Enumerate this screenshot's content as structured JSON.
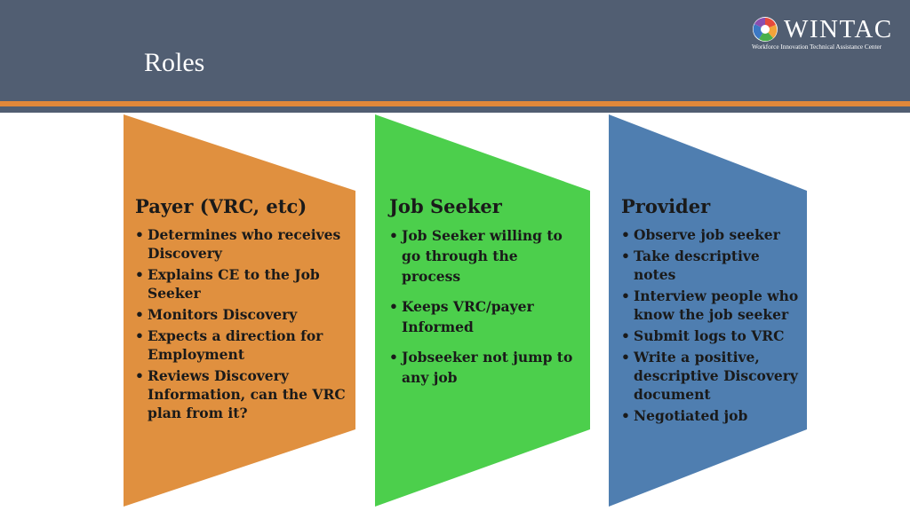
{
  "slide": {
    "title": "Roles"
  },
  "logo": {
    "name": "WINTAC",
    "subtitle": "Workforce Innovation Technical Assistance Center"
  },
  "colors": {
    "header": "#515e72",
    "accent": "#e2883a",
    "payer": "#e0903f",
    "seeker": "#4ccf4c",
    "provider": "#4f7eb0"
  },
  "panels": [
    {
      "heading": "Payer (VRC, etc)",
      "items": [
        "Determines who receives Discovery",
        "Explains CE to the Job Seeker",
        "Monitors Discovery",
        "Expects a direction for Employment",
        "Reviews Discovery Information, can the VRC plan from it?"
      ]
    },
    {
      "heading": "Job Seeker",
      "items": [
        "Job Seeker willing to go through the process",
        "Keeps VRC/payer Informed",
        "Jobseeker not jump to any job"
      ]
    },
    {
      "heading": "Provider",
      "items": [
        "Observe job seeker",
        "Take descriptive notes",
        "Interview people who know the job seeker",
        "Submit logs to VRC",
        "Write a positive, descriptive Discovery document",
        "Negotiated job"
      ]
    }
  ]
}
